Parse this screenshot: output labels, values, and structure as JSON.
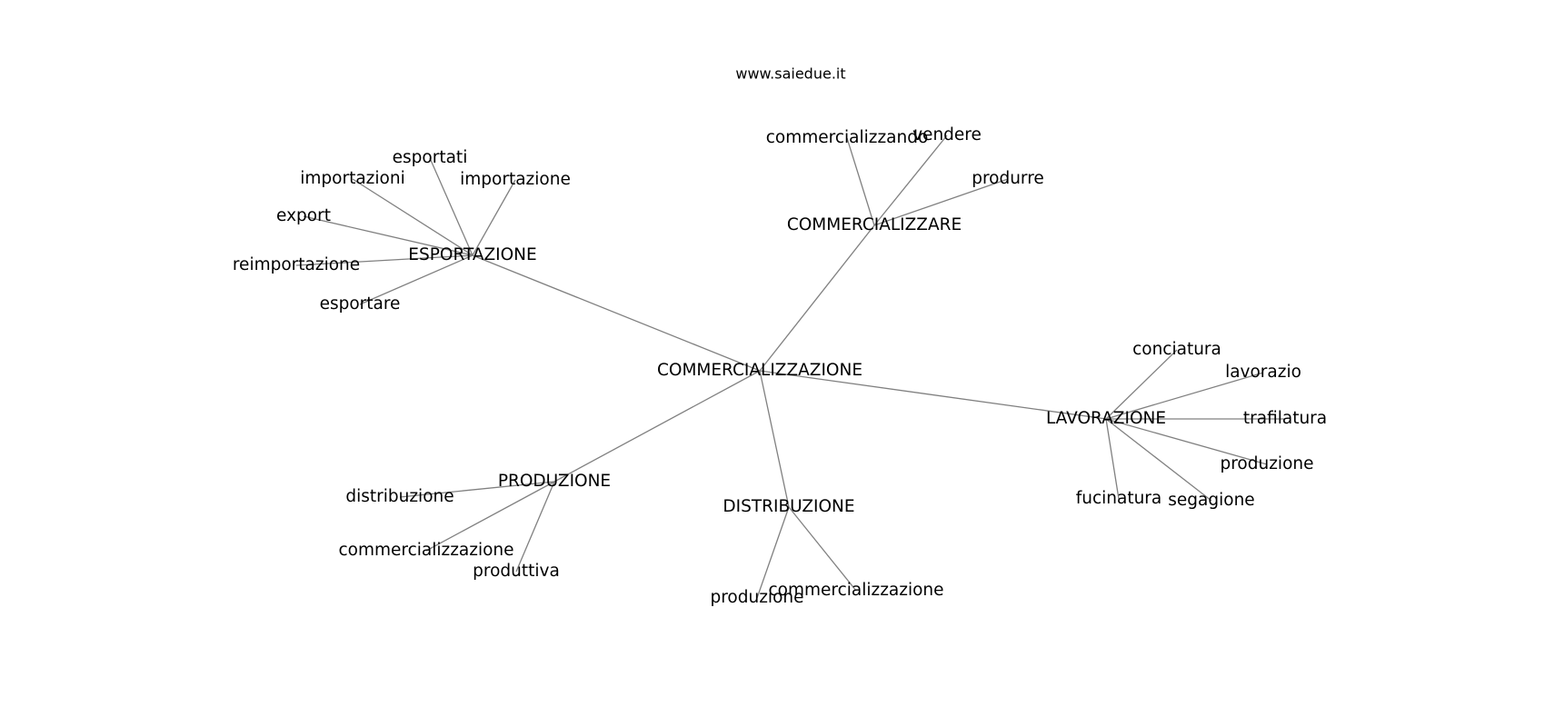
{
  "header": {
    "site": "www.saiedue.it"
  },
  "graph": {
    "edge_color": "#808080",
    "text_color": "#000000",
    "nodes": [
      {
        "id": "root",
        "label": "COMMERCIALIZZAZIONE"
      },
      {
        "id": "hub_esp",
        "label": "ESPORTAZIONE"
      },
      {
        "id": "hub_comm",
        "label": "COMMERCIALIZZARE"
      },
      {
        "id": "hub_lav",
        "label": "LAVORAZIONE"
      },
      {
        "id": "hub_prod",
        "label": "PRODUZIONE"
      },
      {
        "id": "hub_dist",
        "label": "DISTRIBUZIONE"
      },
      {
        "id": "esp_esportati",
        "label": "esportati"
      },
      {
        "id": "esp_importazioni",
        "label": "importazioni"
      },
      {
        "id": "esp_importazione",
        "label": "importazione"
      },
      {
        "id": "esp_export",
        "label": "export"
      },
      {
        "id": "esp_reimportazione",
        "label": "reimportazione"
      },
      {
        "id": "esp_esportare",
        "label": "esportare"
      },
      {
        "id": "comm_commercializzando",
        "label": "commercializzando"
      },
      {
        "id": "comm_vendere",
        "label": "vendere"
      },
      {
        "id": "comm_produrre",
        "label": "produrre"
      },
      {
        "id": "lav_conciatura",
        "label": "conciatura"
      },
      {
        "id": "lav_lavorazio",
        "label": "lavorazio"
      },
      {
        "id": "lav_trafilatura",
        "label": "trafilatura"
      },
      {
        "id": "lav_produzione",
        "label": "produzione"
      },
      {
        "id": "lav_fucinatura",
        "label": "fucinatura"
      },
      {
        "id": "lav_segagione",
        "label": "segagione"
      },
      {
        "id": "prod_distribuzione",
        "label": "distribuzione"
      },
      {
        "id": "prod_commercializzazione",
        "label": "commercializzazione"
      },
      {
        "id": "prod_produttiva",
        "label": "produttiva"
      },
      {
        "id": "dist_produzione",
        "label": "produzione"
      },
      {
        "id": "dist_commercializzazione",
        "label": "commercializzazione"
      }
    ],
    "edges": [
      [
        "root",
        "hub_esp"
      ],
      [
        "root",
        "hub_comm"
      ],
      [
        "root",
        "hub_lav"
      ],
      [
        "root",
        "hub_prod"
      ],
      [
        "root",
        "hub_dist"
      ],
      [
        "hub_esp",
        "esp_esportati"
      ],
      [
        "hub_esp",
        "esp_importazioni"
      ],
      [
        "hub_esp",
        "esp_importazione"
      ],
      [
        "hub_esp",
        "esp_export"
      ],
      [
        "hub_esp",
        "esp_reimportazione"
      ],
      [
        "hub_esp",
        "esp_esportare"
      ],
      [
        "hub_comm",
        "comm_commercializzando"
      ],
      [
        "hub_comm",
        "comm_vendere"
      ],
      [
        "hub_comm",
        "comm_produrre"
      ],
      [
        "hub_lav",
        "lav_conciatura"
      ],
      [
        "hub_lav",
        "lav_lavorazio"
      ],
      [
        "hub_lav",
        "lav_trafilatura"
      ],
      [
        "hub_lav",
        "lav_produzione"
      ],
      [
        "hub_lav",
        "lav_fucinatura"
      ],
      [
        "hub_lav",
        "lav_segagione"
      ],
      [
        "hub_prod",
        "prod_distribuzione"
      ],
      [
        "hub_prod",
        "prod_commercializzazione"
      ],
      [
        "hub_prod",
        "prod_produttiva"
      ],
      [
        "hub_dist",
        "dist_produzione"
      ],
      [
        "hub_dist",
        "dist_commercializzazione"
      ]
    ]
  }
}
